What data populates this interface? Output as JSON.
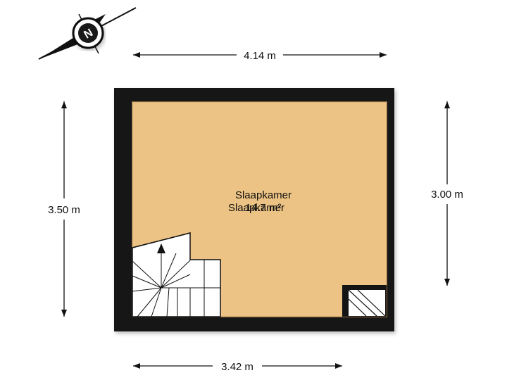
{
  "compass": {
    "letter": "N",
    "icon": "compass-rose-icon"
  },
  "dimensions": {
    "top_width": "4.14 m",
    "left_height": "3.50 m",
    "right_height": "3.00 m",
    "bottom_width": "3.42 m"
  },
  "room": {
    "name": "Slaapkamer",
    "overlap_name": "Slaapkamer",
    "area": "14.7 m²"
  },
  "colors": {
    "floor": "#ecc384",
    "wall": "#141414",
    "stairs": "#ffffff",
    "dimension_line": "#111111"
  },
  "icons": {
    "stairs": "staircase-icon",
    "stair_direction": "stair-direction-arrow-icon",
    "shaft": "shaft-box-icon"
  }
}
